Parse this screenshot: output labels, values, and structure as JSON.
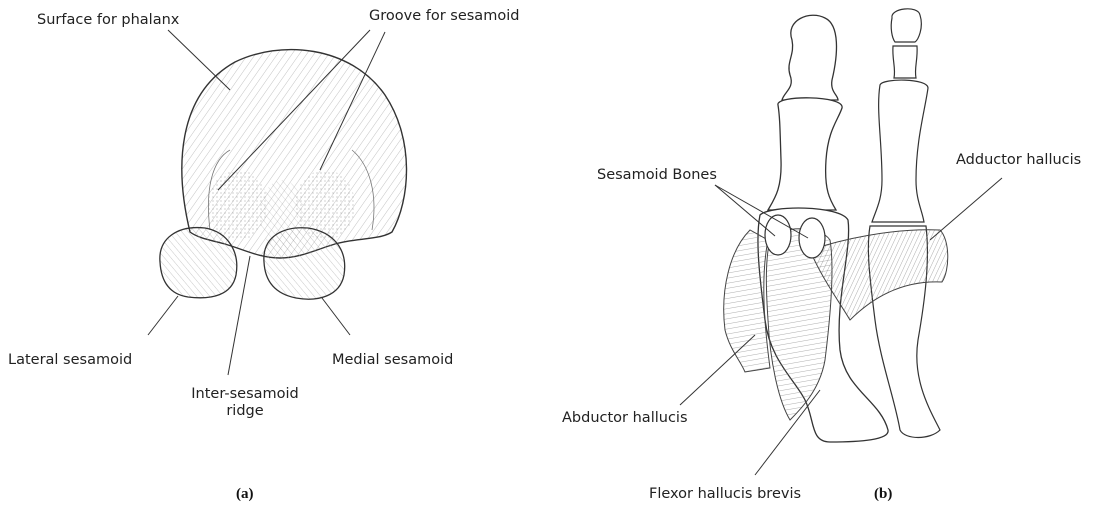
{
  "figure": {
    "panel_a": {
      "tag": "(a)",
      "labels": {
        "surface_for_phalanx": "Surface for phalanx",
        "groove_for_sesamoid": "Groove for sesamoid",
        "lateral_sesamoid": "Lateral sesamoid",
        "medial_sesamoid": "Medial sesamoid",
        "inter_sesamoid_ridge_line1": "Inter-sesamoid",
        "inter_sesamoid_ridge_line2": "ridge"
      }
    },
    "panel_b": {
      "tag": "(b)",
      "labels": {
        "sesamoid_bones": "Sesamoid Bones",
        "adductor_hallucis": "Adductor hallucis",
        "abductor_hallucis": "Abductor hallucis",
        "flexor_hallucis_brevis": "Flexor hallucis brevis"
      }
    }
  }
}
